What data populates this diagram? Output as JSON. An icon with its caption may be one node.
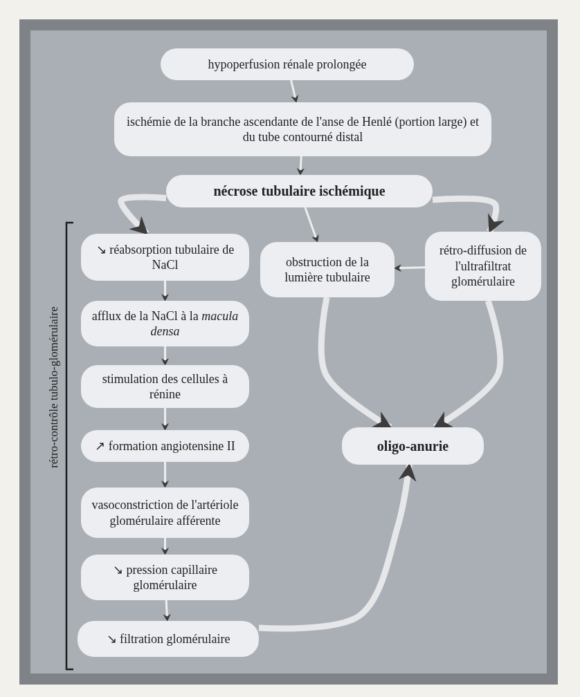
{
  "diagram": {
    "nodes": [
      {
        "text": [
          "hypoperfusion rénale prolongée"
        ]
      },
      {
        "text": [
          "ischémie de la branche ascendante de l'anse de Henlé (portion large) et du tube contourné distal"
        ]
      },
      {
        "text": [
          "nécrose tubulaire ischémique"
        ]
      },
      {
        "text": [
          "↘ réabsorption tubulaire de NaCl"
        ]
      },
      {
        "text": [
          "obstruction de la lumière tubulaire"
        ]
      },
      {
        "text": [
          "rétro-diffusion de l'ultrafiltrat glomérulaire"
        ]
      },
      {
        "text": [
          "afflux de la NaCl à la *macula densa*"
        ]
      },
      {
        "text": [
          "stimulation des cellules à rénine"
        ]
      },
      {
        "text": [
          "oligo-anurie"
        ]
      },
      {
        "text": [
          "↗ formation angiotensine II"
        ]
      },
      {
        "text": [
          "vasoconstriction de l'artériole glomérulaire afférente"
        ]
      },
      {
        "text": [
          "↘ pression capillaire glomérulaire"
        ]
      },
      {
        "text": [
          "↘ filtration glomérulaire"
        ]
      }
    ],
    "edges": [
      {
        "from": 0,
        "to": 1,
        "arrow": "to"
      },
      {
        "from": 1,
        "to": 2,
        "arrow": "to"
      },
      {
        "from": 2,
        "to": 3,
        "arrow": "to",
        "style": "thick"
      },
      {
        "from": 2,
        "to": 4,
        "arrow": "to"
      },
      {
        "from": 2,
        "to": 5,
        "arrow": "to",
        "style": "thick"
      },
      {
        "from": 5,
        "to": 4,
        "arrow": "to"
      },
      {
        "from": 4,
        "to": 8,
        "arrow": "to",
        "style": "thick"
      },
      {
        "from": 5,
        "to": 8,
        "arrow": "to",
        "style": "thick"
      },
      {
        "from": 3,
        "to": 6,
        "arrow": "to"
      },
      {
        "from": 6,
        "to": 7,
        "arrow": "to"
      },
      {
        "from": 7,
        "to": 9,
        "arrow": "to"
      },
      {
        "from": 9,
        "to": 10,
        "arrow": "to"
      },
      {
        "from": 10,
        "to": 11,
        "arrow": "to"
      },
      {
        "from": 11,
        "to": 12,
        "arrow": "to"
      },
      {
        "from": 12,
        "to": 8,
        "arrow": "to",
        "style": "thick"
      }
    ],
    "labels": [
      "rétro-contrôle tubulo-glomérulaire"
    ]
  }
}
